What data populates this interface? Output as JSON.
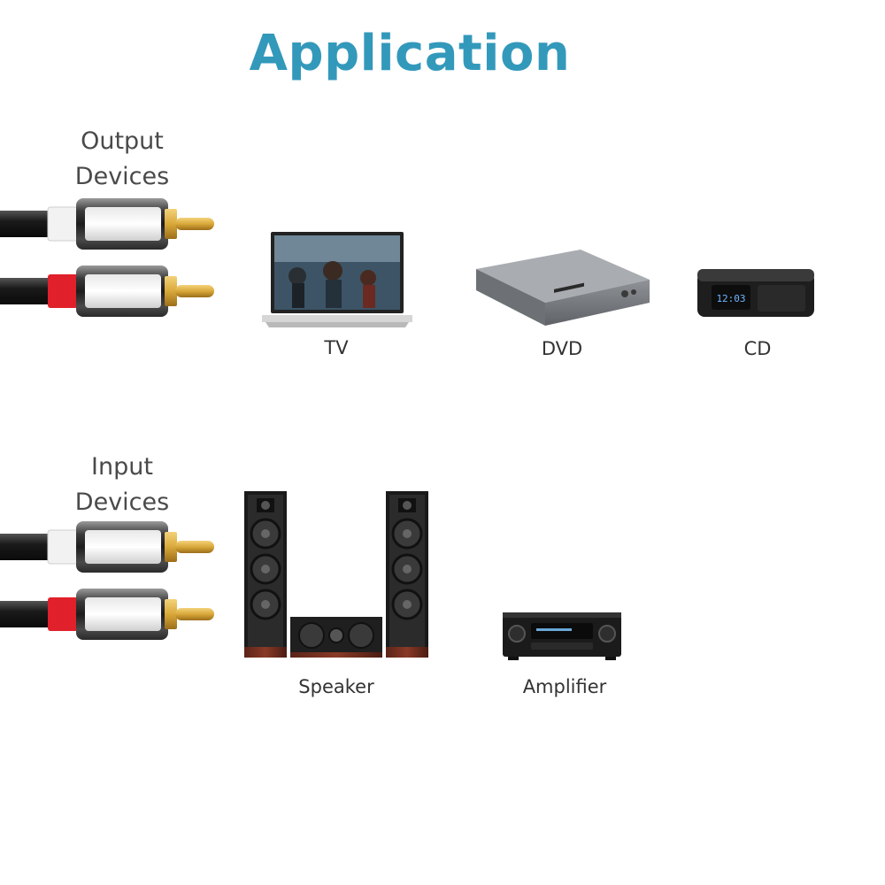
{
  "title": "Application",
  "output_section": {
    "label_line1": "Output",
    "label_line2": "Devices",
    "devices": [
      {
        "name": "TV",
        "icon": "tv-icon"
      },
      {
        "name": "DVD",
        "icon": "dvd-player-icon"
      },
      {
        "name": "CD",
        "icon": "cd-player-icon"
      }
    ]
  },
  "input_section": {
    "label_line1": "Input",
    "label_line2": "Devices",
    "devices": [
      {
        "name": "Speaker",
        "icon": "speaker-system-icon"
      },
      {
        "name": "Amplifier",
        "icon": "amplifier-icon"
      }
    ]
  },
  "colors": {
    "title": "#3399bb",
    "plug_white": "#f2f2f2",
    "plug_red": "#e0202a",
    "gold": "#d9a83a",
    "cable": "#1a1a1a"
  }
}
